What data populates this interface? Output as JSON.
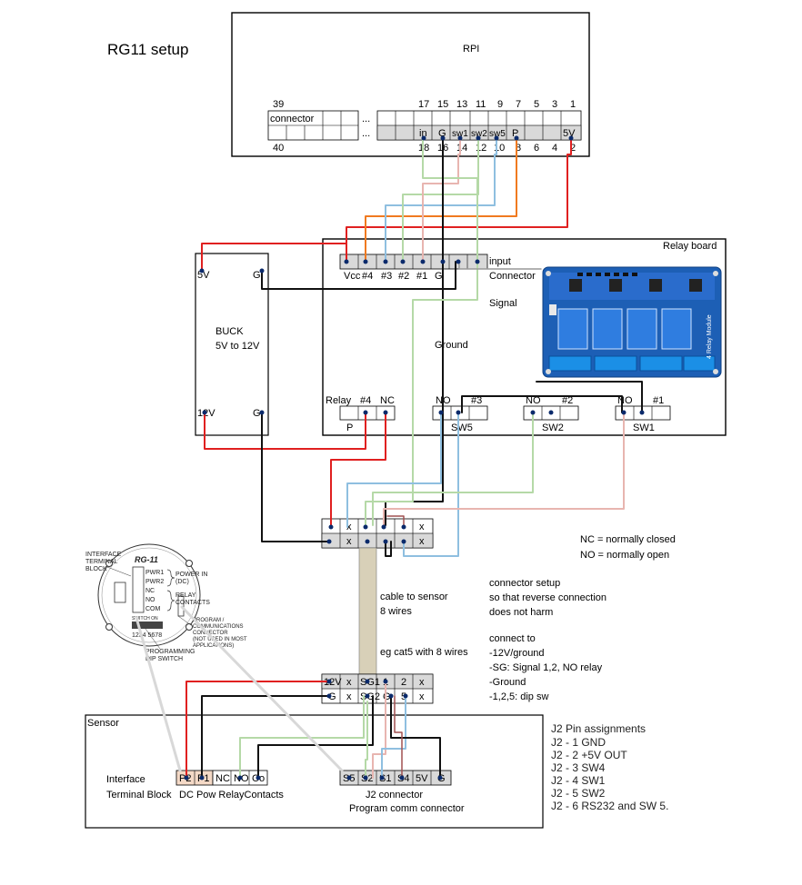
{
  "title": "RG11 setup",
  "rpi": {
    "label": "RPI",
    "top_pins": [
      "39",
      "17",
      "15",
      "13",
      "11",
      "9",
      "7",
      "5",
      "3",
      "1"
    ],
    "bottom_pins": [
      "40",
      "18",
      "16",
      "14",
      "12",
      "10",
      "8",
      "6",
      "4",
      "2"
    ],
    "connector_label": "connector",
    "ellipsis": "...",
    "pin_labels": [
      "in",
      "G",
      "sw1",
      "sw2",
      "sw5",
      "P",
      "5V"
    ]
  },
  "relay_board": {
    "label": "Relay board",
    "input_pins": [
      "Vcc",
      "#4",
      "#3",
      "#2",
      "#1",
      "G"
    ],
    "input_label": "input",
    "connector_label": "Connector",
    "signal_label": "Signal",
    "ground_label": "Ground",
    "relay_label": "Relay",
    "relays": [
      {
        "no": "#4",
        "nc": "NC",
        "name": "P"
      },
      {
        "no": "NO",
        "id": "#3",
        "name": "SW5"
      },
      {
        "no": "NO",
        "id": "#2",
        "name": "SW2"
      },
      {
        "no": "NO",
        "id": "#1",
        "name": "SW1"
      }
    ],
    "module_text": "4 Relay Module"
  },
  "buck": {
    "title1": "BUCK",
    "title2": "5V to 12V",
    "pins_top": [
      "5V",
      "G"
    ],
    "pins_bottom": [
      "12V",
      "G"
    ]
  },
  "cable_connector": {
    "x_mark": "x"
  },
  "notes": {
    "nc": "NC = normally closed",
    "no": "NO = normally open",
    "cable1": "cable to sensor",
    "cable2": "8 wires",
    "cable3": "eg cat5 with 8 wires",
    "setup": [
      "connector setup",
      "so that reverse connection",
      "does not harm"
    ],
    "connect": [
      "connect to",
      "-12V/ground",
      "-SG: Signal 1,2, NO relay",
      "-Ground",
      "-1,2,5: dip sw"
    ]
  },
  "sensor_connector": {
    "row1": [
      "12V",
      "x",
      "SG1",
      "1",
      "2",
      "x"
    ],
    "row2": [
      "G",
      "x",
      "SG2",
      "G",
      "5",
      "x"
    ]
  },
  "sensor": {
    "label": "Sensor",
    "interface_label": "Interface",
    "terminal_label": "Terminal Block",
    "terminal_pins": [
      "P2",
      "P1",
      "NC",
      "NO",
      "Co"
    ],
    "terminal_caption": "DC Pow RelayContacts",
    "j2_pins": [
      "S5",
      "S2",
      "S1",
      "S4",
      "5V",
      "G"
    ],
    "j2_caption1": "J2 connector",
    "j2_caption2": "Program comm connector"
  },
  "j2_assignments": {
    "title": "J2 Pin assignments",
    "items": [
      "J2 - 1 GND",
      "J2 - 2 +5V OUT",
      "J2 - 3 SW4",
      "J2 - 4 SW1",
      "J2 - 5 SW2",
      "J2 - 6 RS232 and SW 5."
    ]
  },
  "rg11_device": {
    "interface_terminal_block": [
      "INTERFACE",
      "TERMINAL",
      "BLOCK"
    ],
    "model": "RG-11",
    "terminals": [
      "PWR1",
      "PWR2",
      "NC",
      "NO",
      "COM"
    ],
    "power_in": [
      "POWER IN",
      "(DC)"
    ],
    "relay_contacts": [
      "RELAY",
      "CONTACTS"
    ],
    "switch_on": "SWITCH ON",
    "switch_nums": "1234  5678",
    "program_comm": [
      "PROGRAM /",
      "COMMUNICATIONS",
      "CONNECTOR",
      "(NOT USED IN MOST",
      "APPLICATIONS)"
    ],
    "programming_dip": [
      "PROGRAMMING",
      "DIP SWITCH"
    ]
  }
}
